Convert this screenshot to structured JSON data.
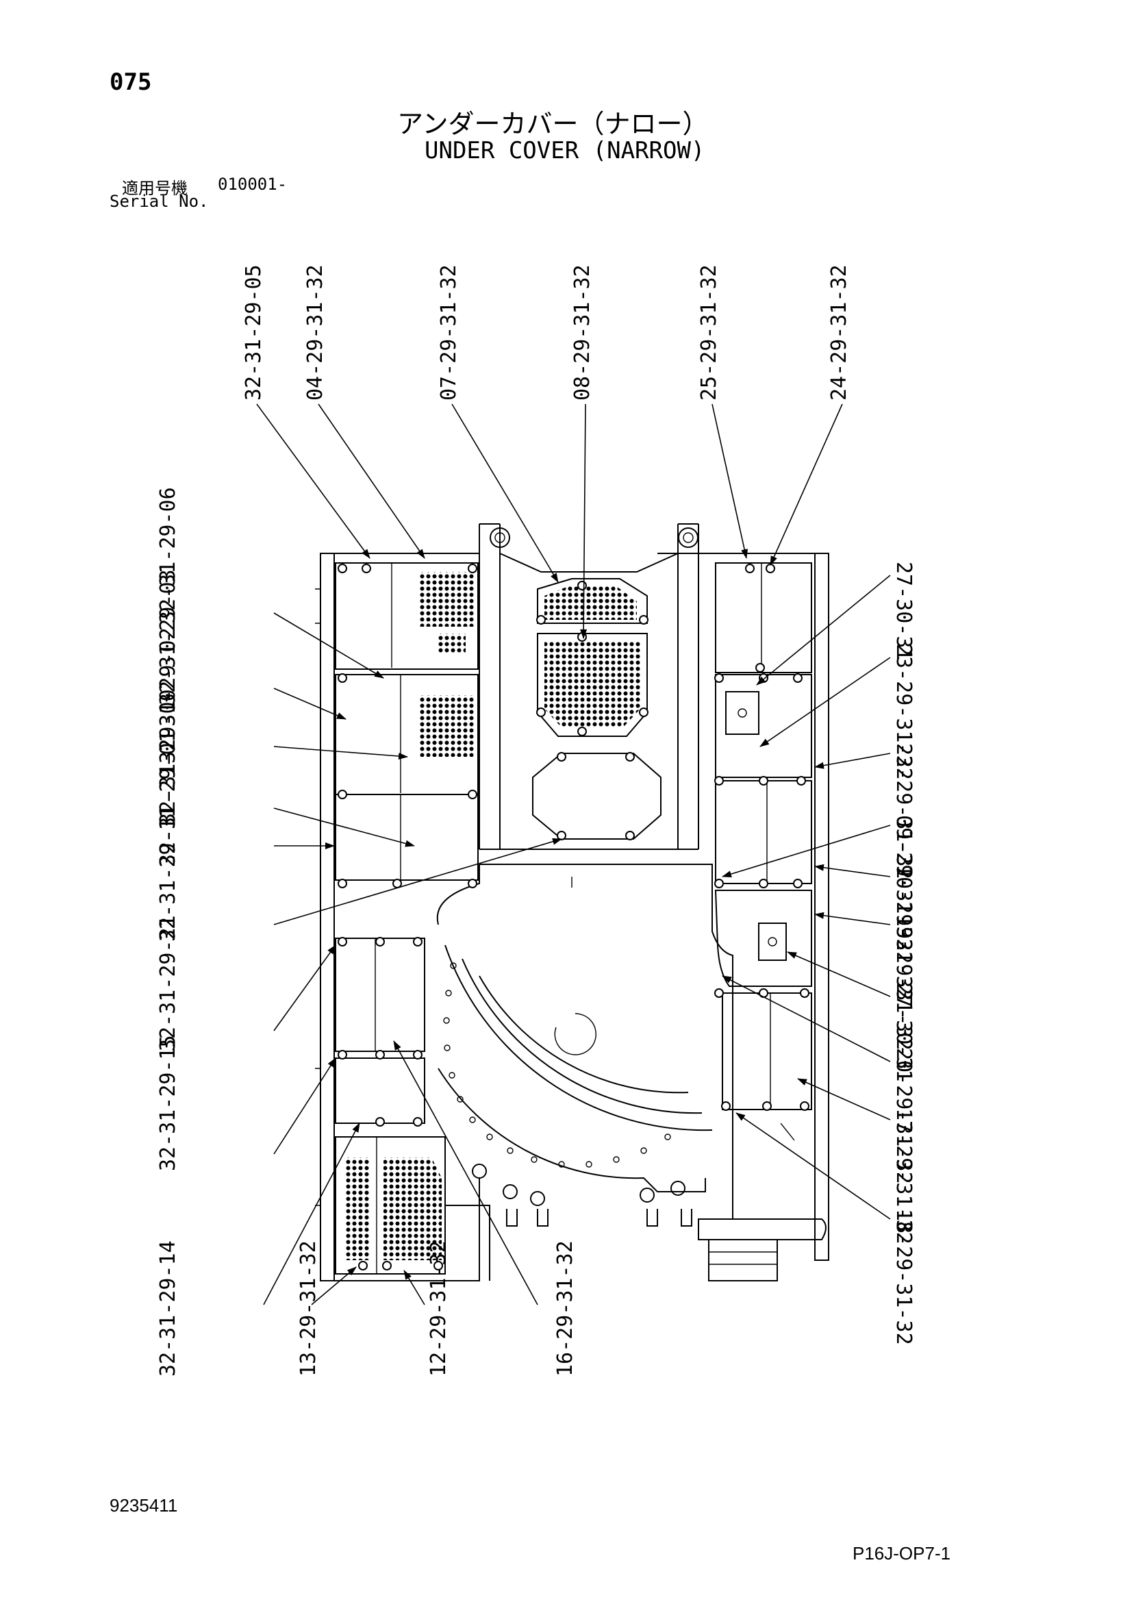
{
  "page": {
    "number": "075",
    "title_jp": "アンダーカバー（ナロー）",
    "title_en": "UNDER COVER (NARROW)",
    "serial_label_jp": "適用号機",
    "serial_value": "010001-",
    "serial_label_en": "Serial No.",
    "doc_number": "9235411",
    "sheet_code": "P16J-OP7-1"
  },
  "callouts": {
    "top": [
      "32-31-29-05",
      "04-29-31-32",
      "07-29-31-32",
      "08-29-31-32",
      "25-29-31-32",
      "24-29-31-32"
    ],
    "left": [
      "32-31-29-06",
      "32-31-29-03",
      "32-31-29-02",
      "32-31-29-00",
      "32-31-29-01",
      "32-31-29-11",
      "32-31-29-21",
      "32-31-29-15"
    ],
    "right": [
      "27-30-31",
      "23-29-31-32",
      "22-29-31-32",
      "09-29-31-32",
      "10-29-31-32",
      "19-29-31-32",
      "27-30-31",
      "20-29-31-32",
      "17-29-31-32",
      "18-29-31-32"
    ],
    "bottom": [
      "32-31-29-14",
      "13-29-31-32",
      "12-29-31-32",
      "16-29-31-32"
    ]
  }
}
